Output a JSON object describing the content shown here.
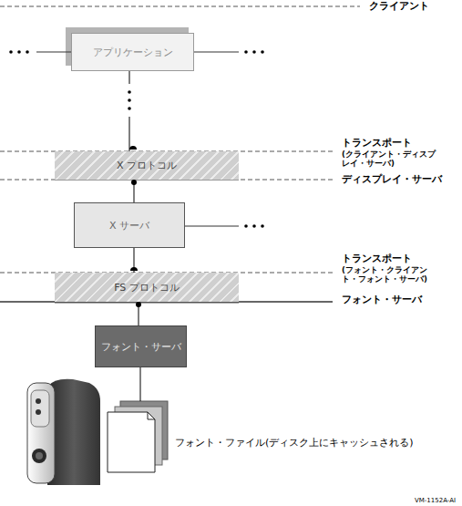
{
  "diagram": {
    "nodes": [
      {
        "text": [
          "アプリケーション"
        ]
      },
      {
        "text": [
          "X プロトコル"
        ]
      },
      {
        "text": [
          "X サーバ"
        ]
      },
      {
        "text": [
          "FS プロトコル"
        ]
      },
      {
        "text": [
          "フォント・サーバ"
        ]
      },
      {
        "text": [
          "フォント・ファイル(ディスク上にキャッシュされる)"
        ]
      }
    ],
    "edges": [
      {
        "from": 0,
        "to": 1,
        "arrow": "none"
      },
      {
        "from": 1,
        "to": 2,
        "arrow": "none"
      },
      {
        "from": 2,
        "to": 3,
        "arrow": "none"
      },
      {
        "from": 3,
        "to": 4,
        "arrow": "none"
      },
      {
        "from": 4,
        "to": 5,
        "arrow": "none"
      }
    ],
    "labels": [
      "クライアント",
      "トランスポート",
      "(クライアント・ディスプレイ・サーバ)",
      "ディスプレイ・サーバ",
      "トランスポート",
      "(フォント・クライアント・フォント・サーバ)",
      "フォント・サーバ",
      "VM-1152A-AI"
    ]
  }
}
